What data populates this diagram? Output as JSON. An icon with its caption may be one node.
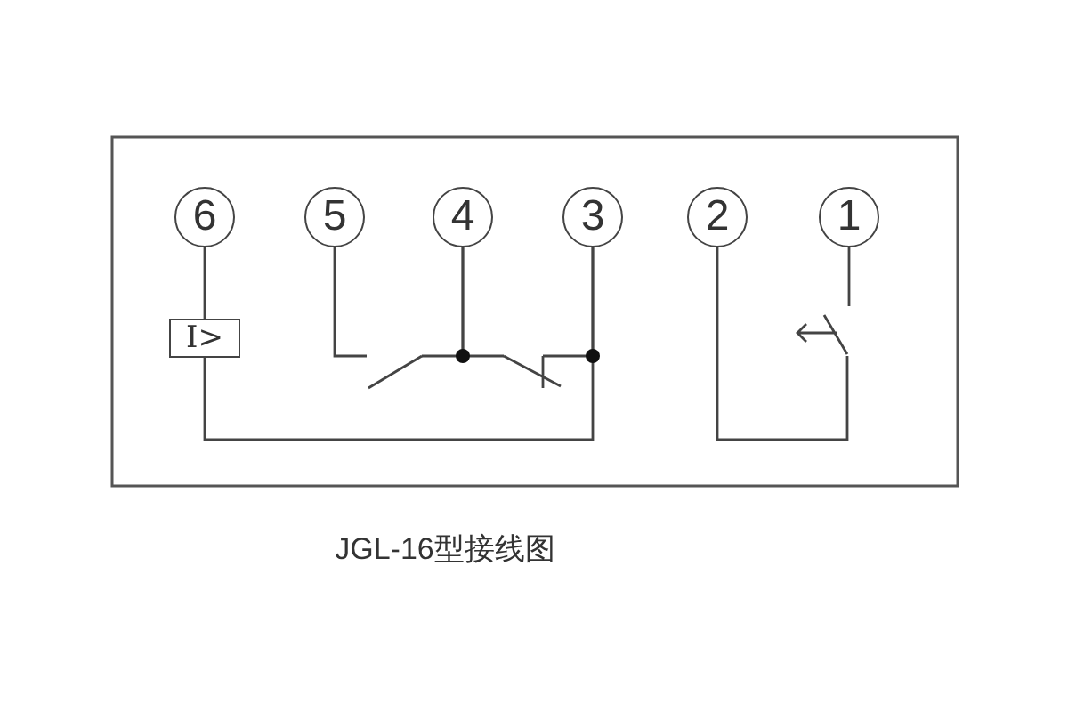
{
  "diagram": {
    "caption": "JGL-16型接线图",
    "nodes": [
      {
        "text": [
          "6"
        ]
      },
      {
        "text": [
          "5"
        ]
      },
      {
        "text": [
          "4"
        ]
      },
      {
        "text": [
          "3"
        ]
      },
      {
        "text": [
          "2"
        ]
      },
      {
        "text": [
          "1"
        ]
      },
      {
        "text": [
          "I>"
        ]
      },
      {
        "text": [],
        "shape": "switch"
      },
      {
        "text": [],
        "shape": "switch"
      },
      {
        "text": [],
        "shape": "switch"
      }
    ],
    "edges": [
      {
        "from": 0,
        "to": 6,
        "arrow": "none"
      },
      {
        "from": 6,
        "to": 3,
        "arrow": "none"
      },
      {
        "from": 1,
        "to": 7,
        "arrow": "none"
      },
      {
        "from": 7,
        "to": 2,
        "arrow": "none"
      },
      {
        "from": 2,
        "to": 8,
        "arrow": "none"
      },
      {
        "from": 8,
        "to": 3,
        "arrow": "none"
      },
      {
        "from": 4,
        "to": 9,
        "arrow": "none"
      },
      {
        "from": 9,
        "to": 5,
        "arrow": "none"
      }
    ]
  }
}
